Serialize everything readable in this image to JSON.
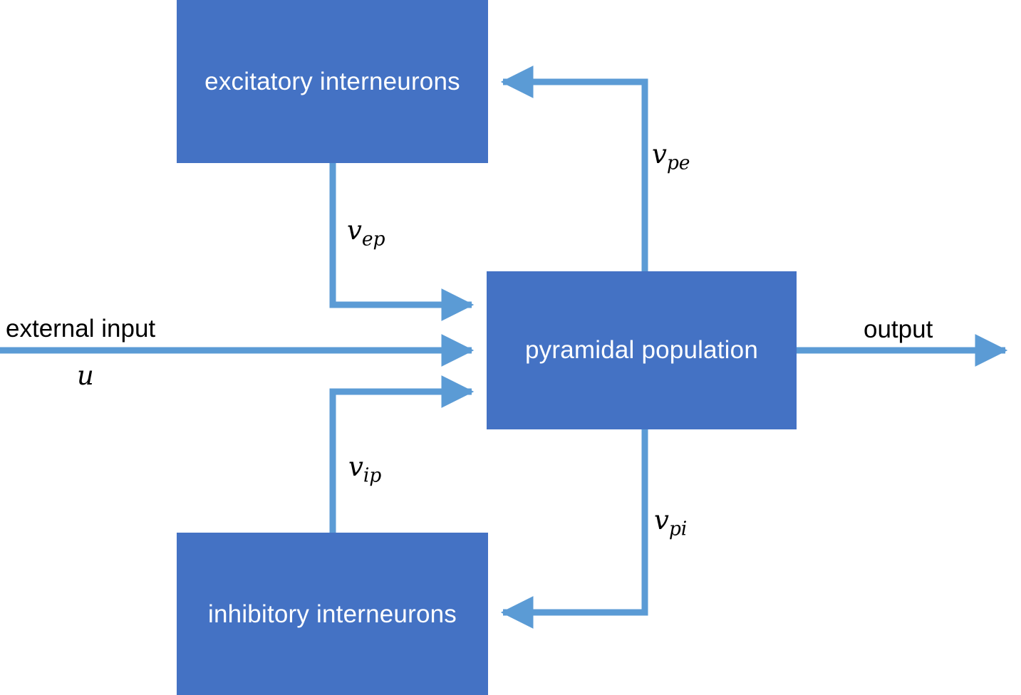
{
  "diagram": {
    "title": "neural mass model block diagram",
    "colors": {
      "box_fill": "#4472C4",
      "box_text": "#FFFFFF",
      "edge": "#5B9BD5",
      "label_text": "#000000",
      "background": "#FFFFFF"
    },
    "nodes": [
      {
        "id": "excitatory",
        "label": "excitatory interneurons"
      },
      {
        "id": "pyramidal",
        "label": "pyramidal population"
      },
      {
        "id": "inhibitory",
        "label": "inhibitory interneurons"
      }
    ],
    "plain_labels": [
      {
        "id": "external_input",
        "text": "external input"
      },
      {
        "id": "output",
        "text": "output"
      }
    ],
    "math_labels": [
      {
        "id": "u",
        "base": "u",
        "sub": ""
      },
      {
        "id": "vep",
        "base": "v",
        "sub": "ep"
      },
      {
        "id": "vpe",
        "base": "v",
        "sub": "pe"
      },
      {
        "id": "vip",
        "base": "v",
        "sub": "ip"
      },
      {
        "id": "vpi",
        "base": "v",
        "sub": "pi"
      }
    ],
    "edges": [
      {
        "id": "excitatory-to-pyramidal",
        "from": "excitatory",
        "to": "pyramidal",
        "label": "vep"
      },
      {
        "id": "pyramidal-to-excitatory",
        "from": "pyramidal",
        "to": "excitatory",
        "label": "vpe"
      },
      {
        "id": "inhibitory-to-pyramidal",
        "from": "inhibitory",
        "to": "pyramidal",
        "label": "vip"
      },
      {
        "id": "pyramidal-to-inhibitory",
        "from": "pyramidal",
        "to": "inhibitory",
        "label": "vpi"
      },
      {
        "id": "external-input-to-pyramidal",
        "from": "external input",
        "to": "pyramidal",
        "label": "u"
      },
      {
        "id": "pyramidal-to-output",
        "from": "pyramidal",
        "to": "output",
        "label": "output"
      }
    ]
  }
}
